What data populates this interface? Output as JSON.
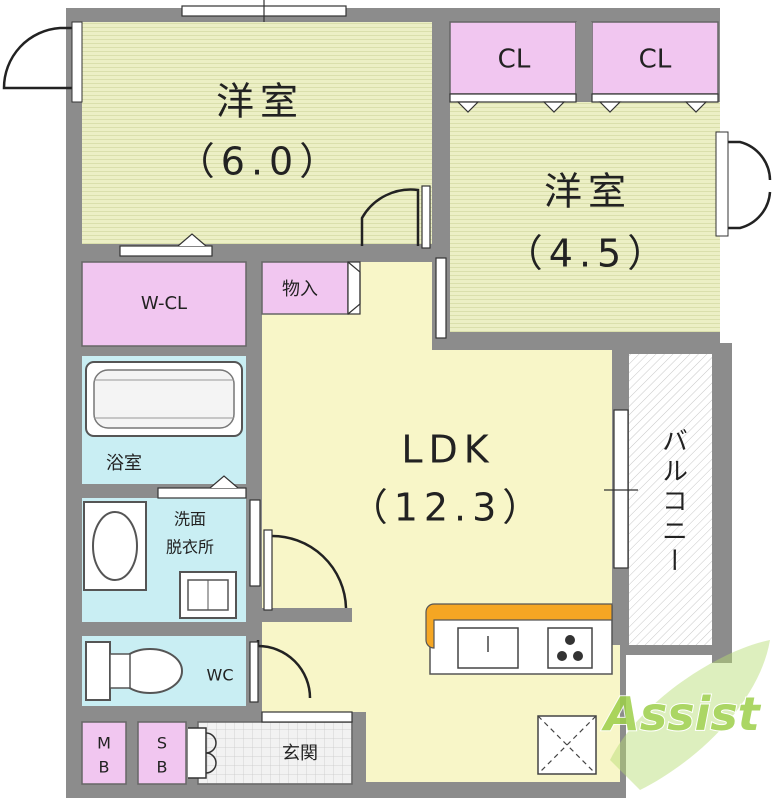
{
  "rooms": {
    "western_room_1": {
      "name": "洋室",
      "size": "（6.0）"
    },
    "western_room_2": {
      "name": "洋室",
      "size": "（4.5）"
    },
    "ldk": {
      "name": "LDK",
      "size": "（12.3）"
    },
    "closet_1": {
      "name": "CL"
    },
    "closet_2": {
      "name": "CL"
    },
    "walk_in_closet": {
      "name": "W-CL"
    },
    "storage": {
      "name": "物入"
    },
    "bathroom": {
      "name": "浴室"
    },
    "washroom": {
      "line1": "洗面",
      "line2": "脱衣所"
    },
    "toilet": {
      "name": "WC"
    },
    "meter_box": {
      "line1": "M",
      "line2": "B"
    },
    "shoe_box": {
      "line1": "S",
      "line2": "B"
    },
    "entrance": {
      "name": "玄関"
    },
    "balcony": {
      "name": "バルコニー"
    }
  },
  "watermark": {
    "text": "Assist"
  },
  "colors": {
    "tatami_green": "#ecefc5",
    "ldk_yellow": "#f8f6c8",
    "closet_pink": "#f1c6f0",
    "bath_blue": "#c9eef3",
    "wall_gray": "#8c8c8c",
    "kitchen_orange": "#f5a623",
    "watermark_green": "#9dcf4a"
  }
}
